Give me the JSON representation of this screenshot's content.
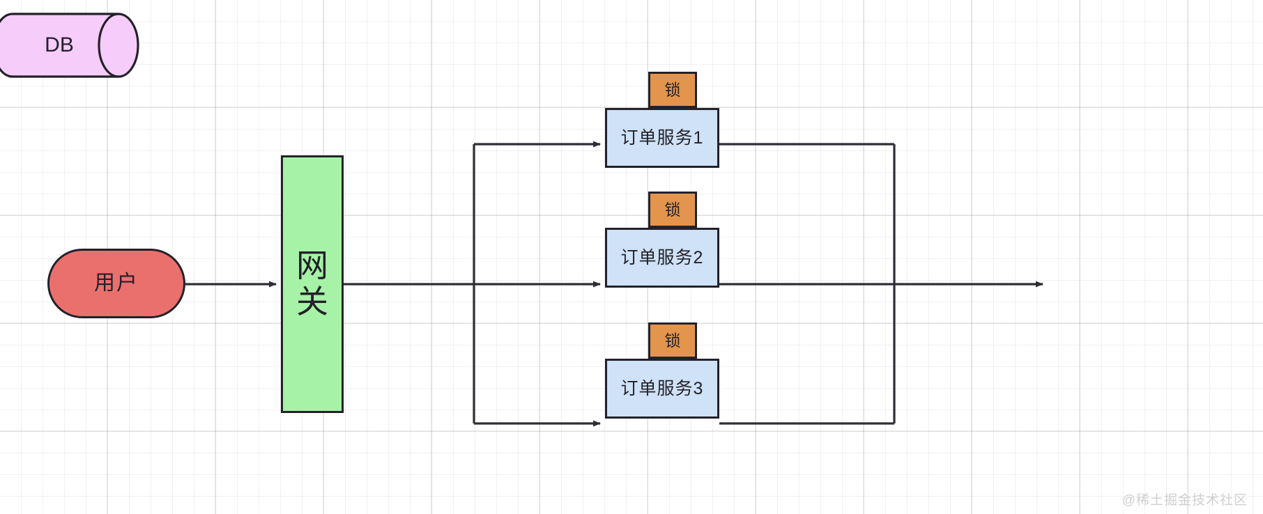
{
  "diagram": {
    "title": "distributed-lock-order-service-architecture",
    "background": "#ffffff",
    "grid": true,
    "watermark": "@稀土掘金技术社区",
    "colors": {
      "user_fill": "#ea706e",
      "gateway_fill": "#a6f2a6",
      "service_fill": "#cfe2f7",
      "lock_fill": "#e3954d",
      "db_fill": "#f6ccfa",
      "stroke": "#232129",
      "grid_line": "#ececec",
      "watermark": "#cfcfcf"
    },
    "nodes": {
      "user": {
        "label": "用户",
        "shape": "rounded-rect"
      },
      "gateway": {
        "label": "网关",
        "shape": "rect-vertical-text"
      },
      "services": [
        {
          "label": "订单服务1",
          "lock_label": "锁",
          "shape": "rect"
        },
        {
          "label": "订单服务2",
          "lock_label": "锁",
          "shape": "rect"
        },
        {
          "label": "订单服务3",
          "lock_label": "锁",
          "shape": "rect"
        }
      ],
      "database": {
        "label": "DB",
        "shape": "cylinder"
      }
    },
    "edges": [
      {
        "from": "用户",
        "to": "网关",
        "arrow": true
      },
      {
        "from": "网关",
        "to": "订单服务1",
        "arrow": true
      },
      {
        "from": "网关",
        "to": "订单服务2",
        "arrow": true
      },
      {
        "from": "网关",
        "to": "订单服务3",
        "arrow": true
      },
      {
        "from": "订单服务1",
        "to": "DB",
        "arrow": true
      },
      {
        "from": "订单服务2",
        "to": "DB",
        "arrow": true
      },
      {
        "from": "订单服务3",
        "to": "DB",
        "arrow": true
      }
    ]
  }
}
